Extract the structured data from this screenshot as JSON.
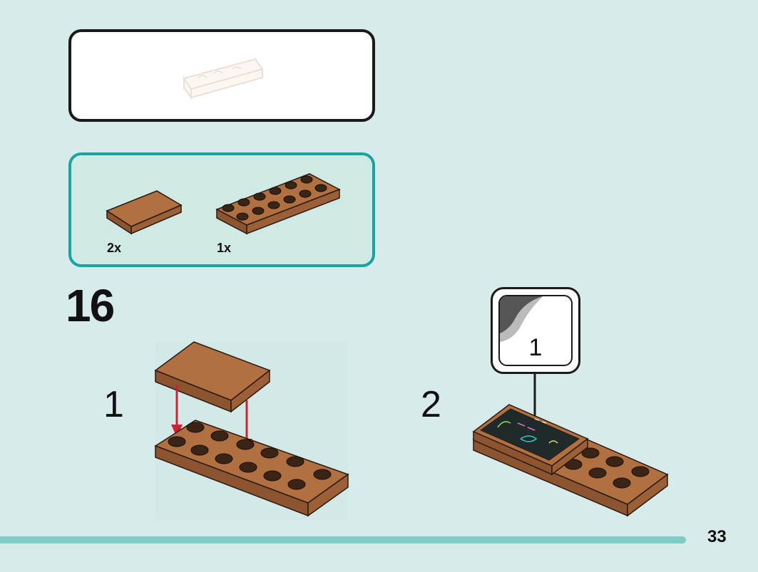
{
  "parts": [
    {
      "name": "tile",
      "quantity": "2x"
    },
    {
      "name": "plate",
      "quantity": "1x"
    }
  ],
  "step": {
    "number": "16",
    "substeps": [
      "1",
      "2"
    ],
    "sticker_callout": "1"
  },
  "page": {
    "number": "33",
    "progress": 0.905
  },
  "colors": {
    "background": "#d6ebea",
    "parts_border": "#1aa3a0",
    "brick": "#a8683a",
    "arrow": "#cc2233",
    "progress": "#7fcbc5"
  }
}
